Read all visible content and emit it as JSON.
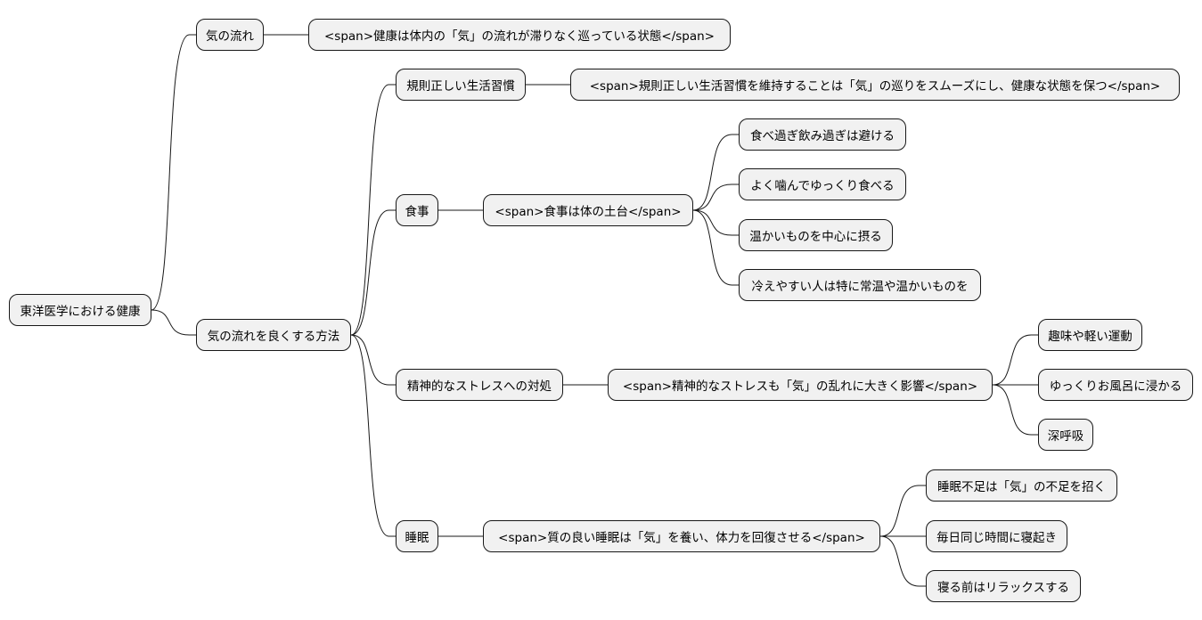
{
  "mindmap": {
    "root": "東洋医学における健康",
    "ki_flow": {
      "label": "気の流れ",
      "detail": "<span>健康は体内の「気」の流れが滞りなく巡っている状態</span>"
    },
    "methods": {
      "label": "気の流れを良くする方法",
      "regular_life": {
        "label": "規則正しい生活習慣",
        "detail": "<span>規則正しい生活習慣を維持することは「気」の巡りをスムーズにし、健康な状態を保つ</span>"
      },
      "diet": {
        "label": "食事",
        "detail": "<span>食事は体の土台</span>",
        "items": [
          "食べ過ぎ飲み過ぎは避ける",
          "よく噛んでゆっくり食べる",
          "温かいものを中心に摂る",
          "冷えやすい人は特に常温や温かいものを"
        ]
      },
      "stress": {
        "label": "精神的なストレスへの対処",
        "detail": "<span>精神的なストレスも「気」の乱れに大きく影響</span>",
        "items": [
          "趣味や軽い運動",
          "ゆっくりお風呂に浸かる",
          "深呼吸"
        ]
      },
      "sleep": {
        "label": "睡眠",
        "detail": "<span>質の良い睡眠は「気」を養い、体力を回復させる</span>",
        "items": [
          "睡眠不足は「気」の不足を招く",
          "毎日同じ時間に寝起き",
          "寝る前はリラックスする"
        ]
      }
    }
  }
}
